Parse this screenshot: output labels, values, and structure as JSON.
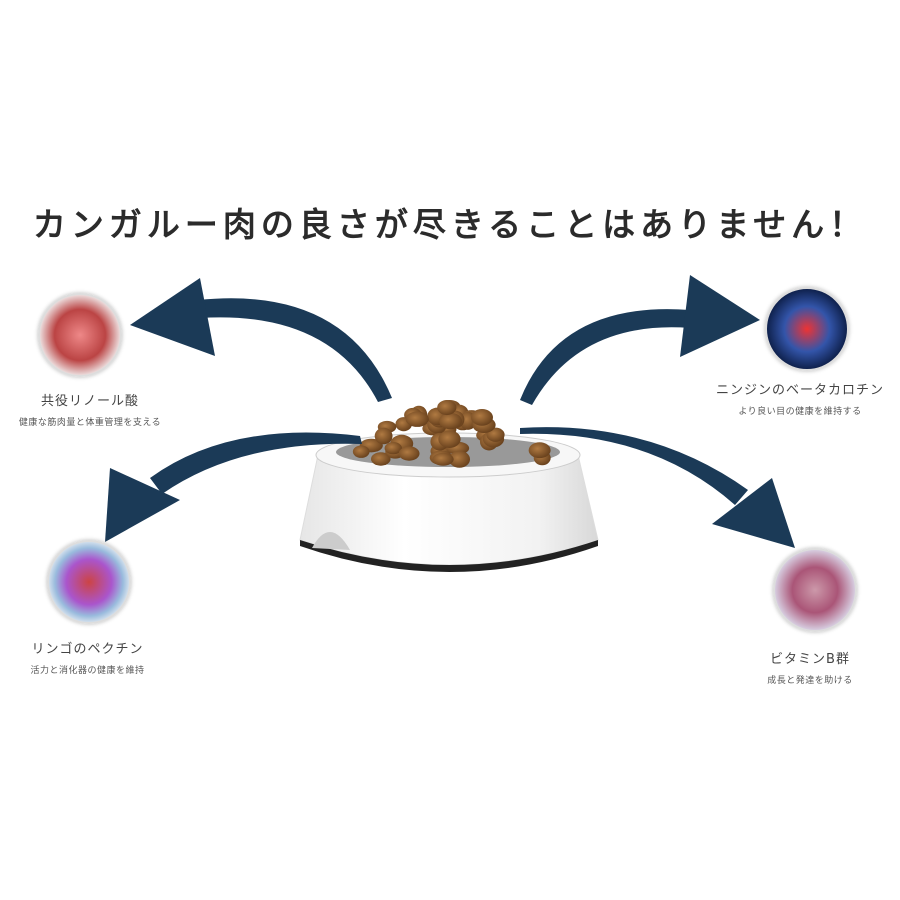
{
  "headline": "カンガルー肉の良さが尽きることはありません！",
  "colors": {
    "arrow": "#1b3a57",
    "kibble": "#8a5a2b",
    "text": "#2b2b2b"
  },
  "features": [
    {
      "title": "共役リノール酸",
      "subtitle": "健康な筋肉量と体重管理を支える",
      "icon": "muscle-fiber-icon"
    },
    {
      "title": "ニンジンのベータカロチン",
      "subtitle": "より良い目の健康を維持する",
      "icon": "eye-icon"
    },
    {
      "title": "リンゴのペクチン",
      "subtitle": "活力と消化器の健康を維持",
      "icon": "digestive-icon"
    },
    {
      "title": "ビタミンB群",
      "subtitle": "成長と発達を助ける",
      "icon": "bones-joint-icon"
    }
  ]
}
